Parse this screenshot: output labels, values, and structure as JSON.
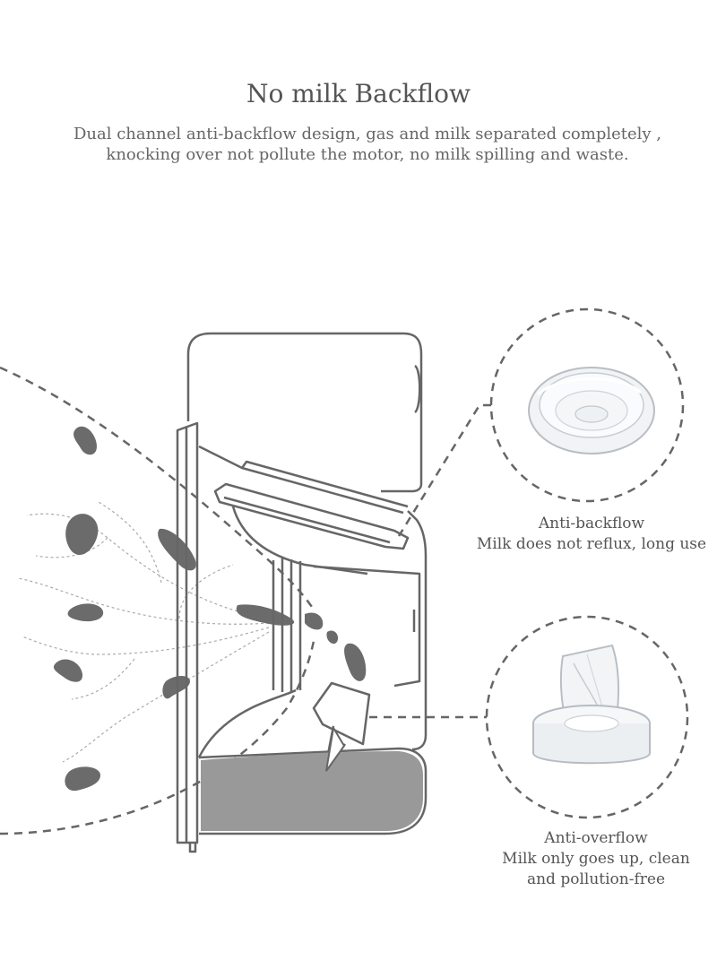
{
  "header": {
    "title": "No milk Backflow",
    "subtitle_line1": "Dual channel anti-backflow design, gas and milk separated completely ,",
    "subtitle_line2": "knocking over not pollute the motor, no milk spilling and waste."
  },
  "callouts": [
    {
      "title": "Anti-backflow",
      "line1": "Milk does not reflux, long use"
    },
    {
      "title": "Anti-overflow",
      "line1": "Milk only goes up, clean",
      "line2": "and pollution-free"
    }
  ],
  "colors": {
    "outline": "#666666",
    "milk": "#999999",
    "dashed": "#666666",
    "drop": "#6b6b6b",
    "breast_lines": "#aaaaaa"
  }
}
